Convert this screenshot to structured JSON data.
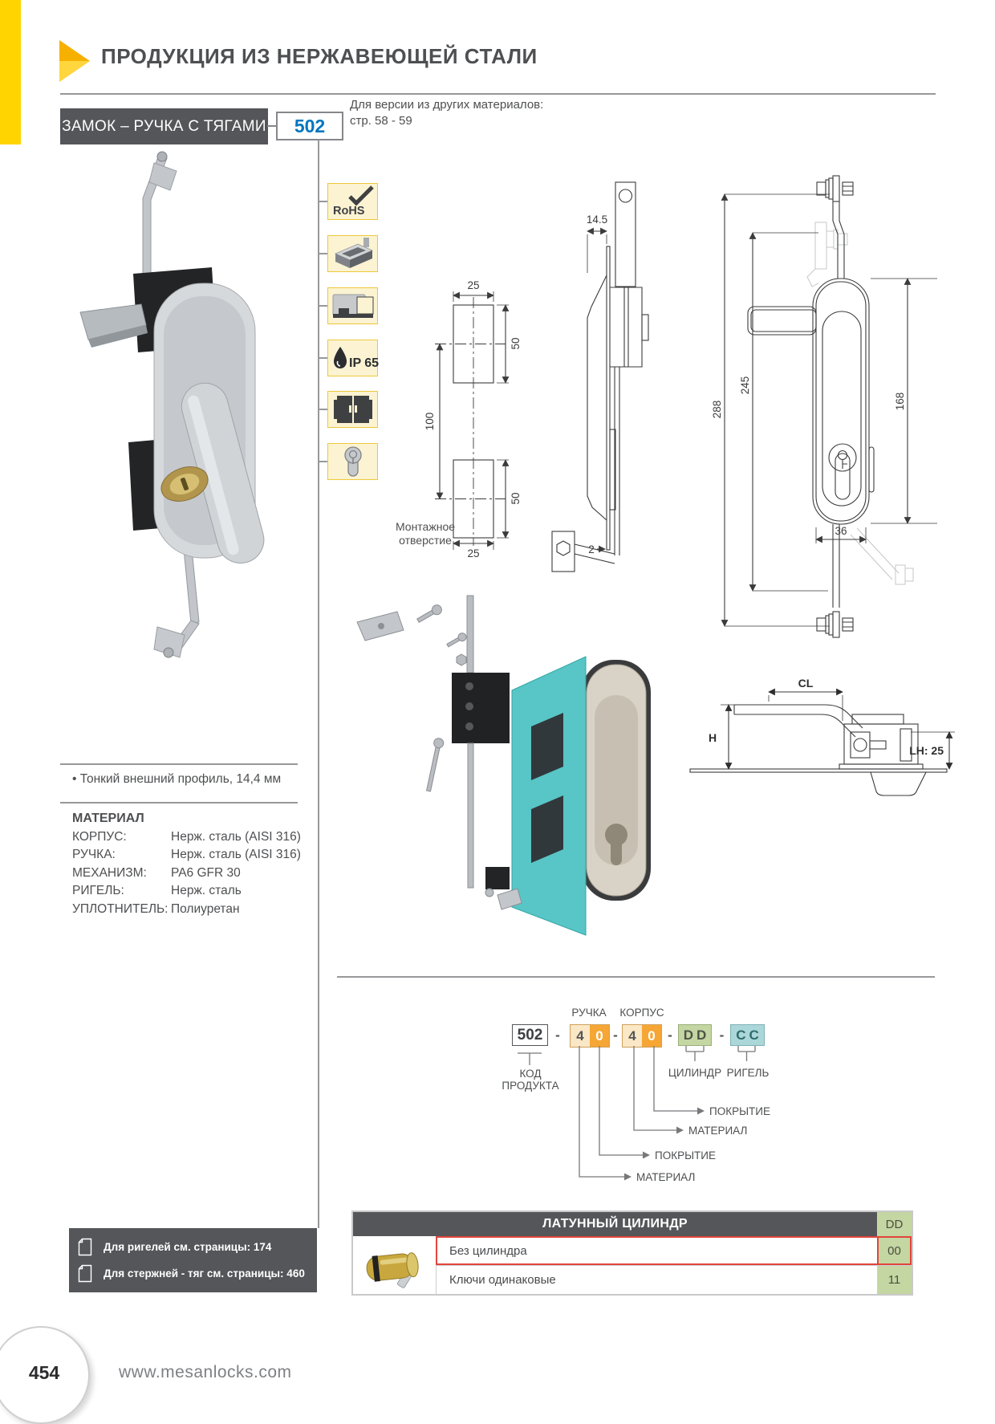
{
  "page": {
    "number": "454",
    "website": "www.mesanlocks.com"
  },
  "header": {
    "title": "ПРОДУКЦИЯ ИЗ НЕРЖАВЕЮЩЕЙ СТАЛИ"
  },
  "product": {
    "name": "ЗАМОК – РУЧКА С ТЯГАМИ",
    "code": "502",
    "version_note_line1": "Для версии из других материалов:",
    "version_note_line2": "стр. 58 - 59"
  },
  "feature_icons": [
    {
      "name": "rohs-icon",
      "label": "RoHS"
    },
    {
      "name": "profile-rail-icon",
      "label": ""
    },
    {
      "name": "panel-mount-icon",
      "label": ""
    },
    {
      "name": "ip65-icon",
      "label": "IP 65"
    },
    {
      "name": "double-door-icon",
      "label": ""
    },
    {
      "name": "euro-cylinder-icon",
      "label": ""
    }
  ],
  "feature_bullet": "• Тонкий внешний профиль, 14,4 мм",
  "material": {
    "heading": "МАТЕРИАЛ",
    "rows": [
      {
        "label": "КОРПУС:",
        "value": "Нерж. сталь (AISI 316)"
      },
      {
        "label": "РУЧКА:",
        "value": "Нерж. сталь (AISI 316)"
      },
      {
        "label": "МЕХАНИЗМ:",
        "value": "PA6 GFR 30"
      },
      {
        "label": "РИГЕЛЬ:",
        "value": "Нерж. сталь"
      },
      {
        "label": "УПЛОТНИТЕЛЬ:",
        "value": "Полиуретан"
      }
    ]
  },
  "drawings": {
    "mounting": {
      "caption_line1": "Монтажное",
      "caption_line2": "отверстие",
      "dim_width_top": "25",
      "dim_height_top": "50",
      "dim_spacing": "100",
      "dim_height_bottom": "50",
      "dim_width_bottom": "25"
    },
    "side": {
      "dim_depth": "14.5",
      "dim_panel_thickness": "2"
    },
    "front": {
      "dim_overall": "288",
      "dim_rod_span": "245",
      "dim_handle_height": "168",
      "dim_handle_width": "36"
    },
    "section": {
      "dim_cl": "CL",
      "dim_h": "H",
      "dim_lh": "LH: 25"
    }
  },
  "ordering": {
    "separator": "-",
    "product_code": "502",
    "handle_label": "РУЧКА",
    "body_label": "КОРПУС",
    "handle_digits": [
      "4",
      "0"
    ],
    "body_digits": [
      "4",
      "0"
    ],
    "cylinder_code": "DD",
    "bolt_code": "CC",
    "product_code_label_line1": "КОД",
    "product_code_label_line2": "ПРОДУКТА",
    "cylinder_label": "ЦИЛИНДР",
    "bolt_label": "РИГЕЛЬ",
    "arrow_labels": [
      "ПОКРЫТИЕ",
      "МАТЕРИАЛ",
      "ПОКРЫТИЕ",
      "МАТЕРИАЛ"
    ]
  },
  "cylinder_table": {
    "title": "ЛАТУННЫЙ ЦИЛИНДР",
    "code_header": "DD",
    "rows": [
      {
        "label": "Без цилиндра",
        "code": "00"
      },
      {
        "label": "Ключи одинаковые",
        "code": "11"
      }
    ]
  },
  "notes": [
    {
      "text": "Для ригелей см. страницы: 174"
    },
    {
      "text": "Для стержней - тяг см. страницы: 460"
    }
  ],
  "colors": {
    "accent_yellow": "#FFD400",
    "icon_box_bg": "#FBF3D2",
    "icon_box_border": "#EEC83B",
    "dark_gray": "#54565A",
    "code_blue": "#0076C0",
    "orange": "#F6A634",
    "cream": "#FAE7C5",
    "green": "#C4D6A2",
    "teal": "#ABD7D9",
    "highlight_red": "#E2453C",
    "panel_teal": "#58C5C6"
  }
}
